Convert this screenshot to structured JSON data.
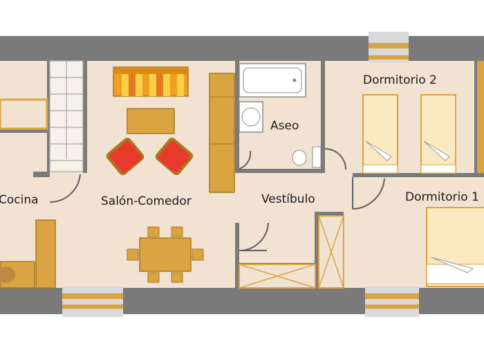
{
  "floor_plan": {
    "rooms": [
      {
        "id": "cocina",
        "label": "Cocina"
      },
      {
        "id": "salon-comedor",
        "label": "Salón-Comedor"
      },
      {
        "id": "aseo",
        "label": "Aseo"
      },
      {
        "id": "vestibulo",
        "label": "Vestíbulo"
      },
      {
        "id": "dormitorio-2",
        "label": "Dormitorio 2"
      },
      {
        "id": "dormitorio-1",
        "label": "Dormitorio 1"
      }
    ],
    "colors": {
      "background": "#ffffff",
      "wall": "#7a7a7a",
      "floor": "#f2e2d2",
      "furniture": "#d9a441",
      "furniture_edge": "#a8781c",
      "armchair": "#e83a2c",
      "bed": "#fbe9c2",
      "window_glass": "#d9d9d9"
    }
  }
}
